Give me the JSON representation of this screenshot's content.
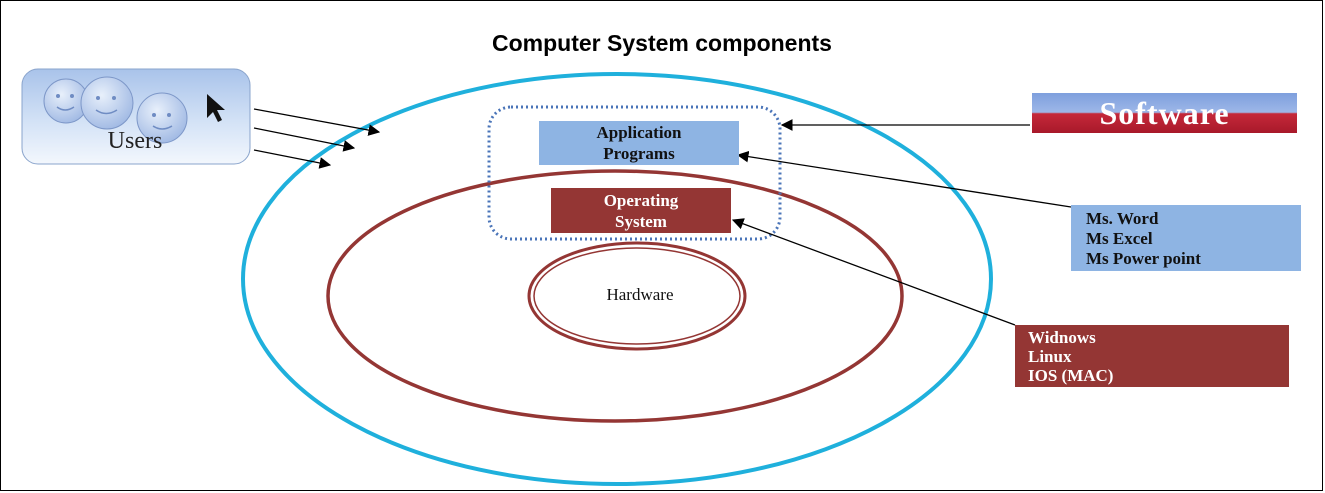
{
  "title": "Computer System components",
  "users": {
    "label": "Users"
  },
  "layers": {
    "application": {
      "line1": "Application",
      "line2": "Programs"
    },
    "operating_system": {
      "line1": "Operating",
      "line2": "System"
    },
    "hardware": "Hardware"
  },
  "software_banner": "Software",
  "application_examples": [
    "Ms. Word",
    "Ms Excel",
    "Ms Power point"
  ],
  "os_examples": [
    "Widnows",
    "Linux",
    "IOS (MAC)"
  ],
  "colors": {
    "outer_ring": "#1fb0dc",
    "os_ring": "#943634",
    "app_blue": "#8eb4e3",
    "os_red": "#943634",
    "dotted_box": "#4a74b8"
  }
}
